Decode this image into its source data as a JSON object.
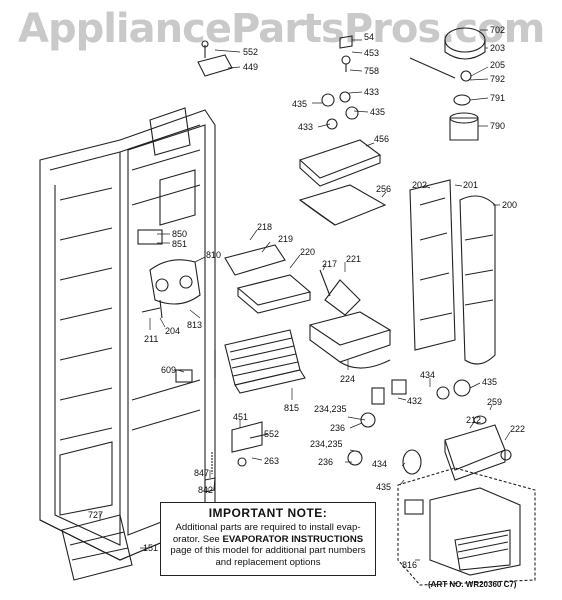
{
  "watermark": "AppliancePartsPros.com",
  "note": {
    "title": "IMPORTANT NOTE:",
    "line1": "Additional parts are required to install evap-",
    "line2a": "orator.  See ",
    "line2b": "EVAPORATOR INSTRUCTIONS",
    "line3": "page of this model for additional part numbers",
    "line4": "and replacement options"
  },
  "art_number": "(ART NO. WR20360 C7)",
  "callouts": [
    "552",
    "449",
    "54",
    "453",
    "758",
    "433",
    "435",
    "433",
    "435",
    "702",
    "203",
    "205",
    "792",
    "791",
    "790",
    "456",
    "256",
    "202",
    "201",
    "200",
    "850",
    "851",
    "810",
    "218",
    "219",
    "220",
    "217",
    "221",
    "211",
    "204",
    "813",
    "609",
    "815",
    "224",
    "434",
    "435",
    "432",
    "234,235",
    "236",
    "212",
    "259",
    "222",
    "451",
    "552",
    "263",
    "847",
    "842",
    "234,235",
    "236",
    "434",
    "435",
    "816",
    "727",
    "151"
  ]
}
